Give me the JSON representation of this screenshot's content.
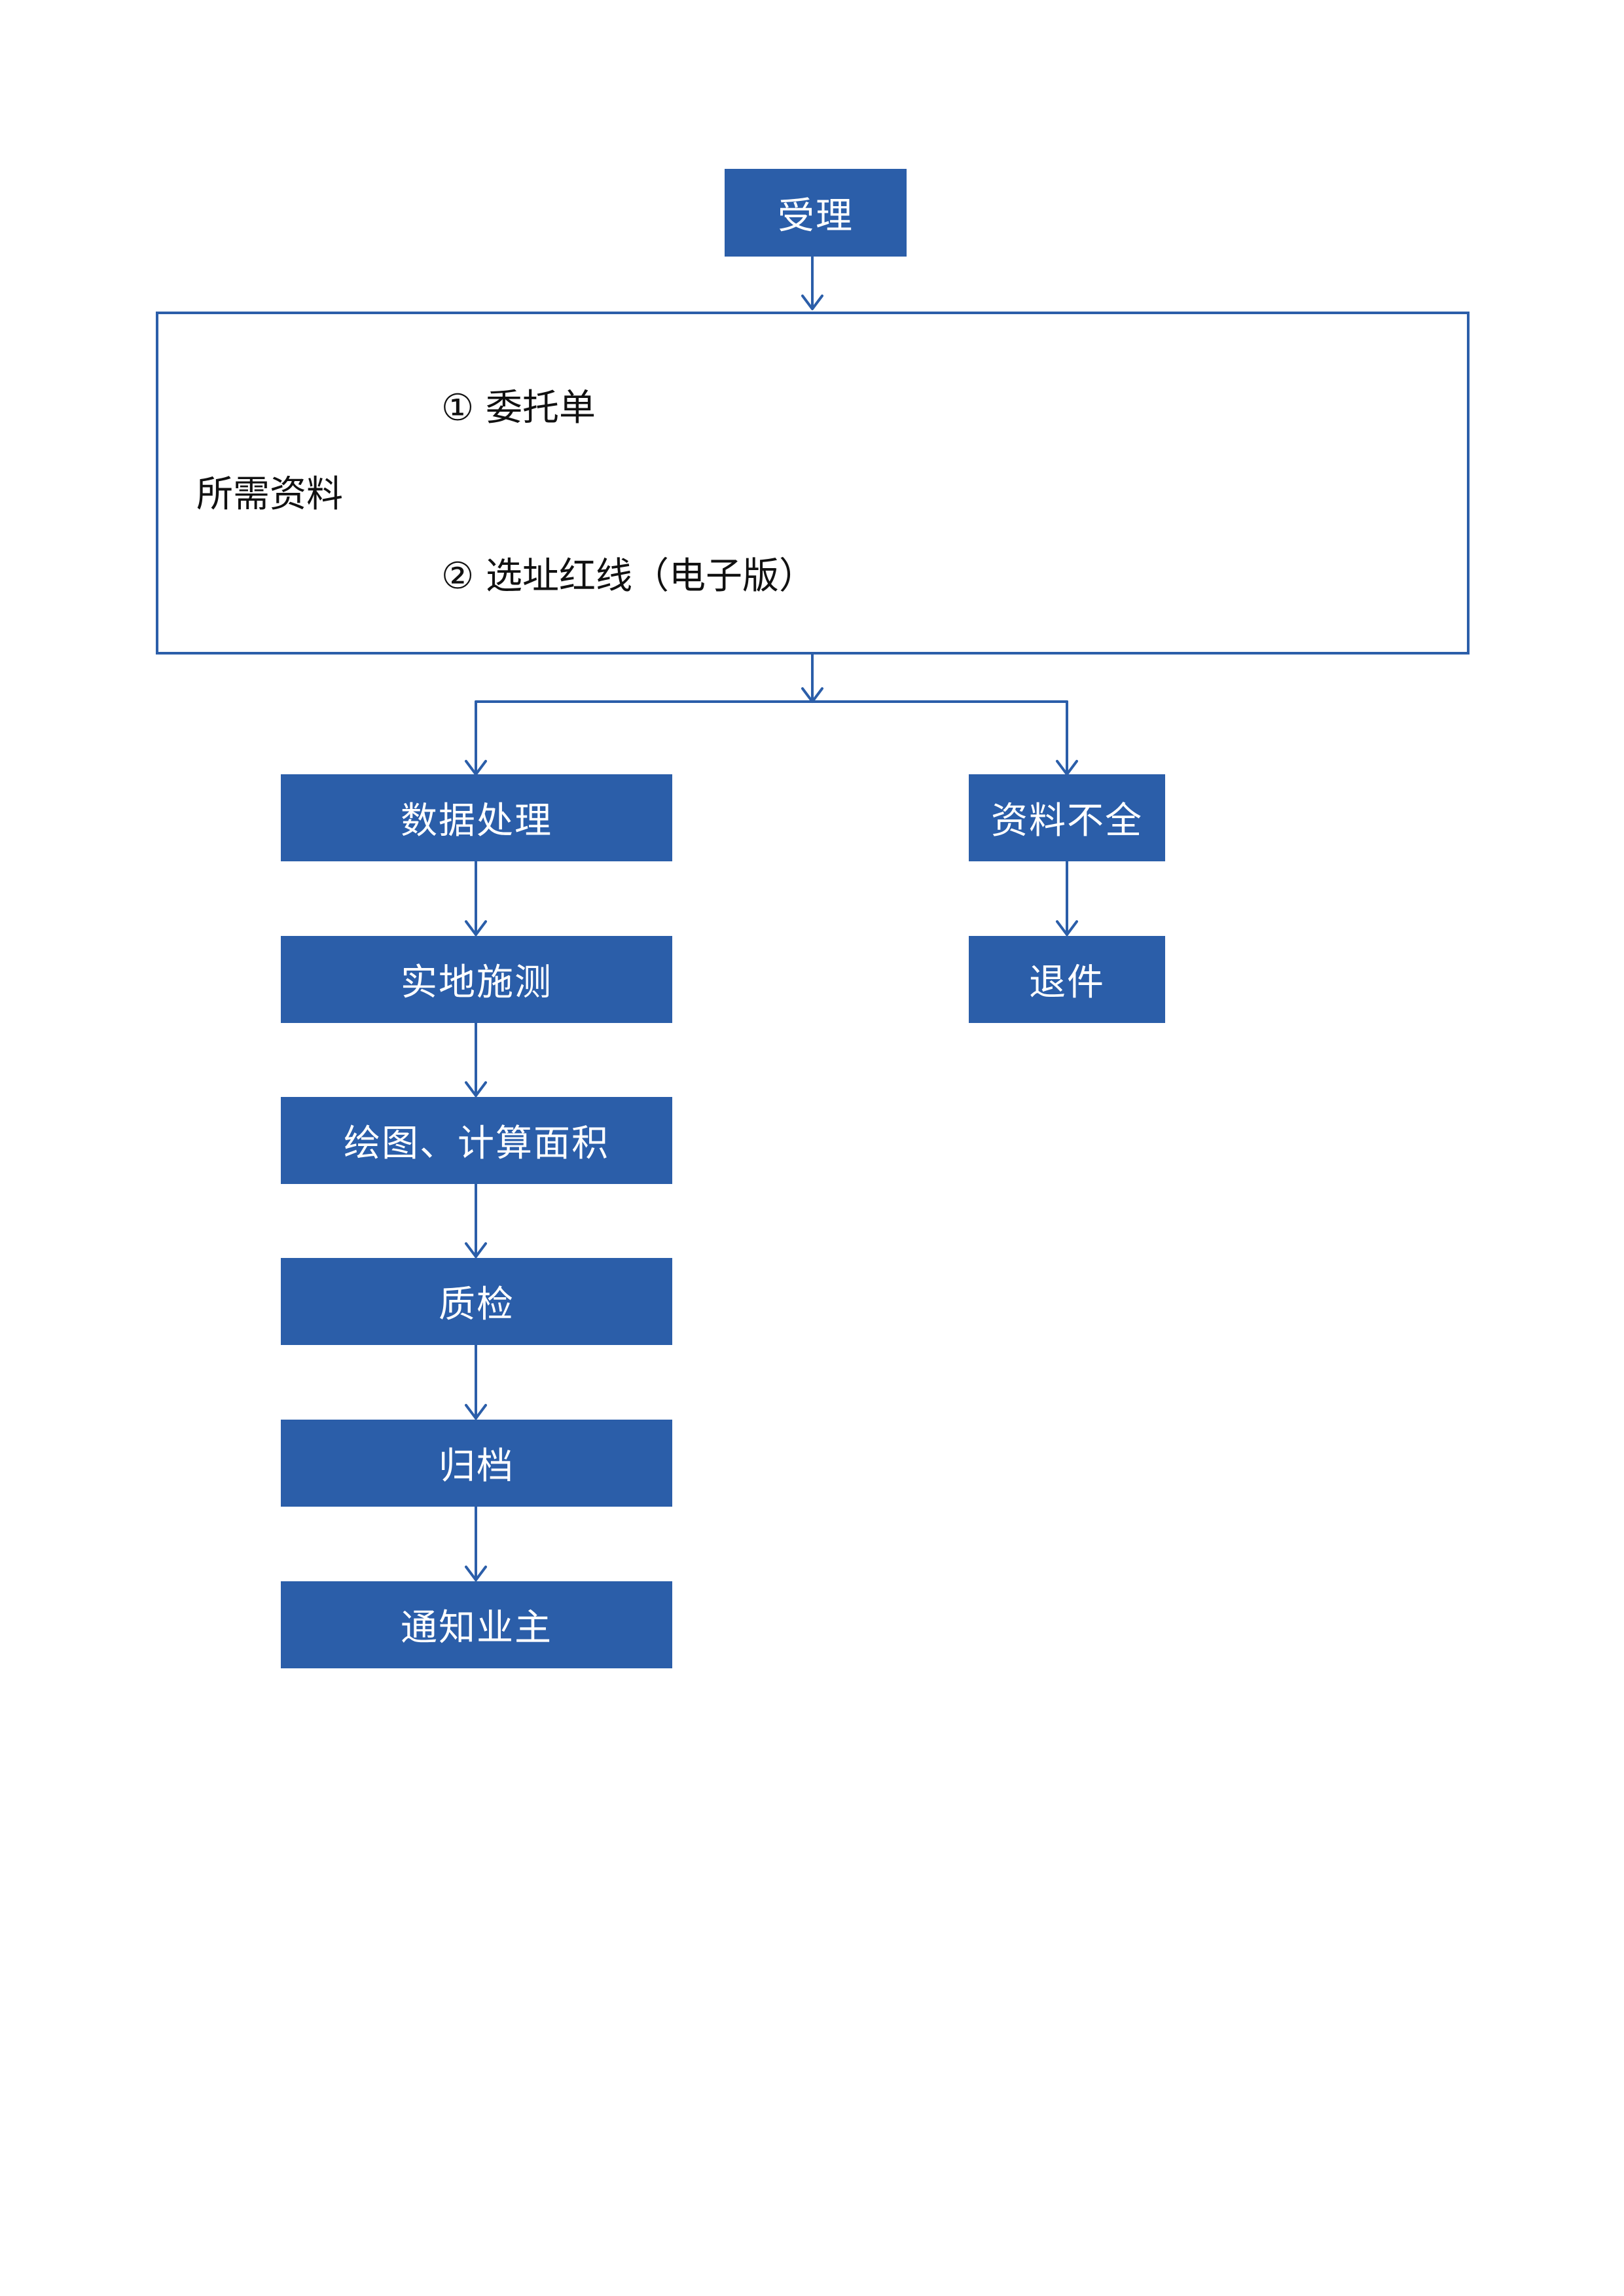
{
  "start": "受理",
  "requirements": {
    "heading": "所需资料",
    "items": [
      "① 委托单",
      "② 选址红线（电子版）"
    ]
  },
  "main_flow": [
    "数据处理",
    "实地施测",
    "绘图、计算面积",
    "质检",
    "归档",
    "通知业主"
  ],
  "side_flow": [
    "资料不全",
    "退件"
  ],
  "colors": {
    "box_fill": "#2b5ea9",
    "line": "#2b5ea9",
    "text_on_box": "#ffffff"
  }
}
